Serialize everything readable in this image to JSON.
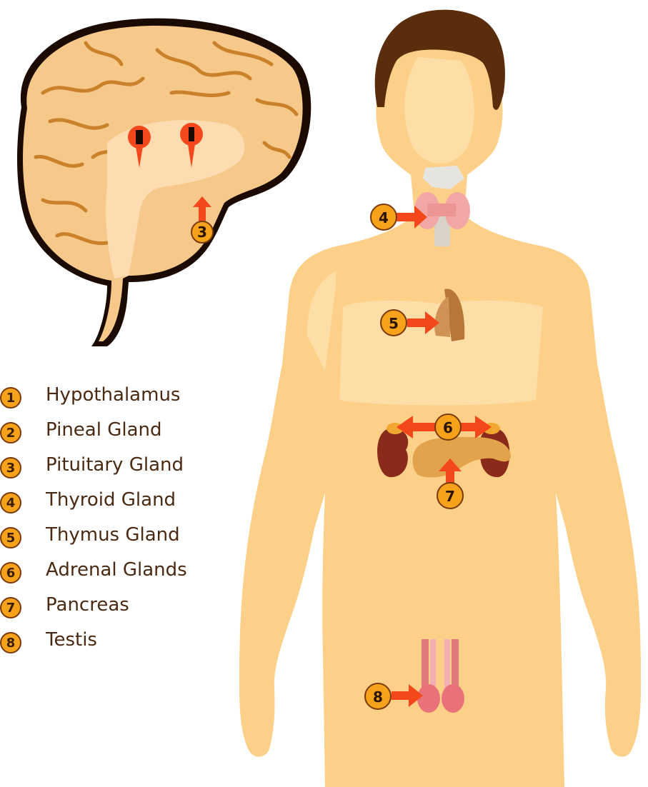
{
  "legend": [
    {
      "num": "1",
      "label": "Hypothalamus"
    },
    {
      "num": "2",
      "label": "Pineal Gland"
    },
    {
      "num": "3",
      "label": "Pituitary Gland"
    },
    {
      "num": "4",
      "label": "Thyroid Gland"
    },
    {
      "num": "5",
      "label": "Thymus Gland"
    },
    {
      "num": "6",
      "label": "Adrenal Glands"
    },
    {
      "num": "7",
      "label": "Pancreas"
    },
    {
      "num": "8",
      "label": "Testis"
    }
  ],
  "markers": {
    "m3": "3",
    "m4": "4",
    "m5": "5",
    "m6": "6",
    "m7": "7",
    "m8": "8"
  },
  "colors": {
    "skin": "#fcd089",
    "skin_light": "#fde3b0",
    "hair": "#5a2d0c",
    "badge": "#f7a21b",
    "arrow": "#f4481c",
    "brain": "#f6c88a",
    "brain_fold": "#c9822a"
  }
}
